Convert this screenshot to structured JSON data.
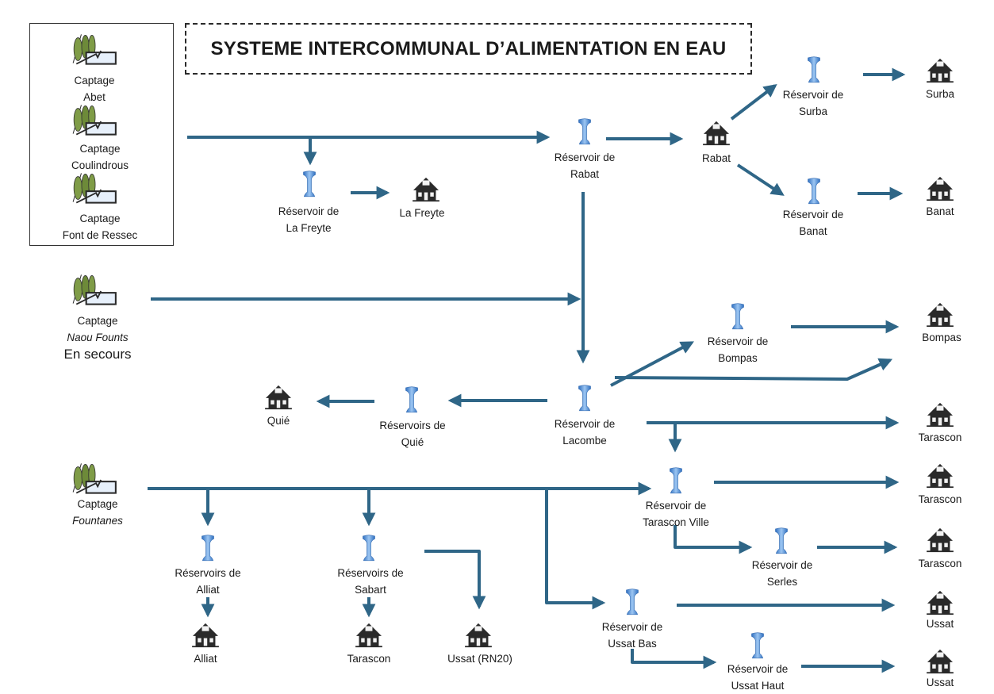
{
  "title": "SYSTEME INTERCOMMUNAL D’ALIMENTATION EN EAU",
  "colors": {
    "arrow": "#2f6687",
    "tower": "#4f8fd6",
    "house": "#2a2a2a",
    "plant": "#6e8a3c"
  },
  "sources": {
    "abet": {
      "line1": "Captage",
      "line2": "Abet"
    },
    "coulindrous": {
      "line1": "Captage",
      "line2": "Coulindrous"
    },
    "font_de_ressec": {
      "line1": "Captage",
      "line2": "Font de Ressec"
    },
    "naou_founts": {
      "line1": "Captage",
      "line2": "Naou Founts",
      "line3": "En secours"
    },
    "fountanes": {
      "line1": "Captage",
      "line2": "Fountanes"
    }
  },
  "reservoirs": {
    "rabat": {
      "line1": "Réservoir de",
      "line2": "Rabat"
    },
    "la_freyte": {
      "line1": "Réservoir de",
      "line2": "La Freyte"
    },
    "surba": {
      "line1": "Réservoir de",
      "line2": "Surba"
    },
    "banat": {
      "line1": "Réservoir de",
      "line2": "Banat"
    },
    "bompas": {
      "line1": "Réservoir de",
      "line2": "Bompas"
    },
    "lacombe": {
      "line1": "Réservoir de",
      "line2": "Lacombe"
    },
    "quie": {
      "line1": "Réservoirs de",
      "line2": "Quié"
    },
    "tarascon_ville": {
      "line1": "Réservoir de",
      "line2": "Tarascon Ville"
    },
    "alliat": {
      "line1": "Réservoirs de",
      "line2": "Alliat"
    },
    "sabart": {
      "line1": "Réservoirs de",
      "line2": "Sabart"
    },
    "serles": {
      "line1": "Réservoir de",
      "line2": "Serles"
    },
    "ussat_bas": {
      "line1": "Réservoir de",
      "line2": "Ussat Bas"
    },
    "ussat_haut": {
      "line1": "Réservoir de",
      "line2": "Ussat Haut"
    }
  },
  "villages": {
    "la_freyte": "La Freyte",
    "rabat": "Rabat",
    "surba": "Surba",
    "banat": "Banat",
    "bompas": "Bompas",
    "quie": "Quié",
    "tarascon_1": "Tarascon",
    "tarascon_2": "Tarascon",
    "tarascon_3": "Tarascon",
    "alliat": "Alliat",
    "tarascon_sabart": "Tarascon",
    "ussat_rn20": "Ussat (RN20)",
    "ussat_1": "Ussat",
    "ussat_2": "Ussat"
  },
  "icons": {
    "source": "water-source-icon",
    "reservoir": "water-tower-icon",
    "village": "village-house-icon"
  }
}
